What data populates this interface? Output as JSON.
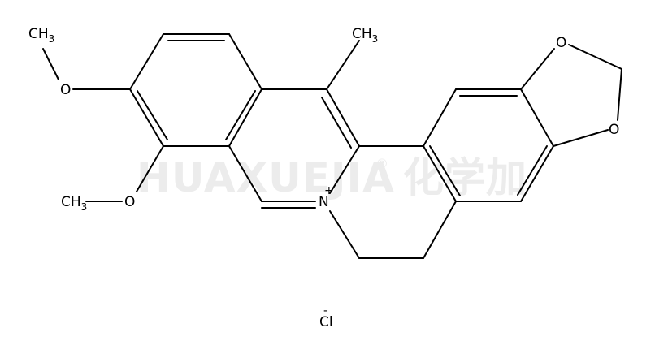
{
  "watermark": {
    "text": "HUAXUEJIA",
    "registered": "®",
    "cn": "化学加"
  },
  "labels": {
    "methyl_top_left": {
      "base": "CH",
      "sub": "3"
    },
    "methyl_bottom_left": {
      "base": "CH",
      "sub": "3"
    },
    "methyl_center": {
      "base": "CH",
      "sub": "3"
    },
    "oxygen_1": "O",
    "oxygen_2": "O",
    "oxygen_3": "O",
    "oxygen_4": "O",
    "nitrogen": "N",
    "nitrogen_charge": "+",
    "chloride": "Cl",
    "chloride_charge": "-"
  }
}
